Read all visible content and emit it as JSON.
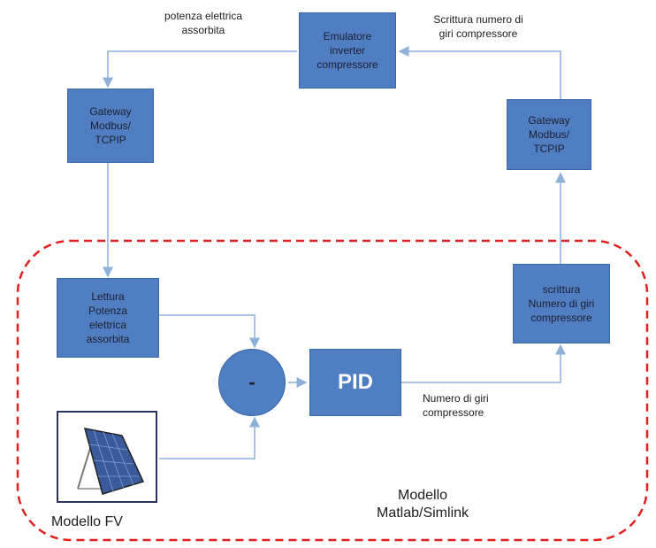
{
  "nodes": {
    "emulator": "Emulatore\ninverter\ncompressore",
    "gateway_left": "Gateway\nModbus/\nTCPIP",
    "gateway_right": "Gateway\nModbus/\nTCPIP",
    "lettura": "Lettura\nPotenza\nelettrica\nassorbita",
    "scrittura": "scrittura\nNumero di giri\ncompressore",
    "pid": "PID",
    "subtract": "-"
  },
  "labels": {
    "potenza": "potenza elettrica\nassorbita",
    "scrittura_top": "Scrittura numero di\ngiri compressore",
    "numero_giri": "Numero di giri\ncompressore",
    "modello_fv": "Modello  FV",
    "modello_matlab": "Modello\nMatlab/Simlink"
  },
  "colors": {
    "box_fill": "#4f7fc2",
    "arrow": "#8fb0da",
    "region_border": "#e02020"
  }
}
